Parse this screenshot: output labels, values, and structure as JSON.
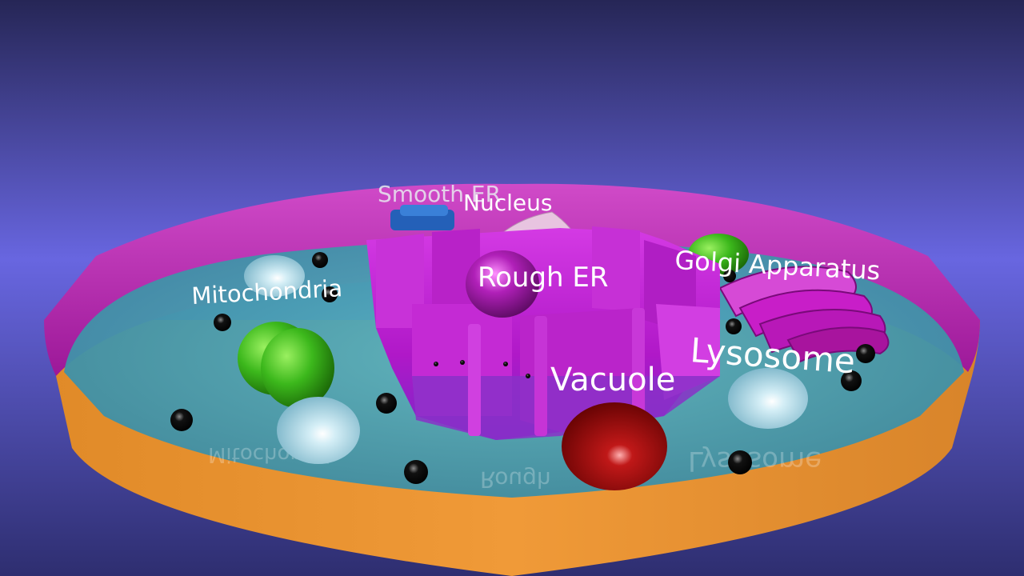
{
  "labels": {
    "smooth_er": "Smooth ER",
    "nucleus": "Nucleus",
    "rough_er": "Rough ER",
    "mitochondria": "Mitochondria",
    "golgi": "Golgi Apparatus",
    "lysosome": "Lysosome",
    "vacuole": "Vacuole"
  },
  "colors": {
    "background_top": "#2a2a5a",
    "background_mid": "#6a68e0",
    "cell_wall_outer": "#e8902a",
    "cell_rim": "#b02aa8",
    "cytoplasm": "#4a9ab0",
    "er": "#c21cd4",
    "smooth_er": "#2a6ac0",
    "mitochondria": "#38b018",
    "vacuole": "#a01010",
    "lysosome": "#a8d8ea",
    "nucleus": "#e0b8d8",
    "ribosome": "#050505"
  }
}
